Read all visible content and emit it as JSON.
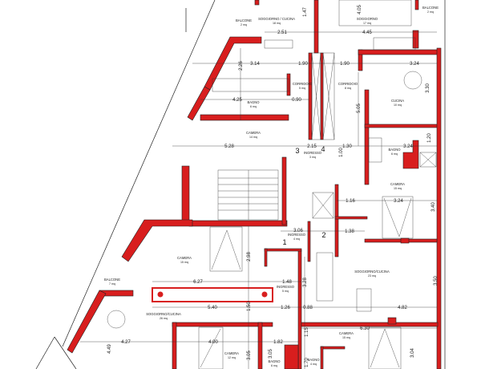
{
  "plan": {
    "wall_color": "#d81e1e",
    "rooms": [
      {
        "name": "BALCONE",
        "area": "2 mq"
      },
      {
        "name": "SOGGIORNO / CUCINA",
        "area": "18 mq"
      },
      {
        "name": "SOGGIORNO",
        "area": "17 mq"
      },
      {
        "name": "BALCONE",
        "area": "2 mq"
      },
      {
        "name": "CORRIDOIO",
        "area": "5 mq"
      },
      {
        "name": "CORRIDOIO",
        "area": "8 mq"
      },
      {
        "name": "CUCINA",
        "area": "10 mq"
      },
      {
        "name": "BAGNO",
        "area": "6 mq"
      },
      {
        "name": "CAMERA",
        "area": "14 mq"
      },
      {
        "name": "INGRESSO",
        "area": "3 mq"
      },
      {
        "name": "BAGNO",
        "area": "6 mq"
      },
      {
        "name": "CAMERA",
        "area": "15 mq"
      },
      {
        "name": "INGRESSO",
        "area": "4 mq"
      },
      {
        "name": "CAMERA",
        "area": "15 mq"
      },
      {
        "name": "BALCONE",
        "area": "7 mq"
      },
      {
        "name": "SOGGIORNO/CUCINA",
        "area": "23 mq"
      },
      {
        "name": "INGRESSO",
        "area": "5 mq"
      },
      {
        "name": "SOGGIORNO/CUCINA",
        "area": "26 mq"
      },
      {
        "name": "CAMERA",
        "area": "12 mq"
      },
      {
        "name": "CAMERA",
        "area": "15 mq"
      },
      {
        "name": "BAGNO",
        "area": "4 mq"
      },
      {
        "name": "BAGNO",
        "area": "6 mq"
      }
    ],
    "dimensions": [
      "2.51",
      "4.45",
      "3.14",
      "1.90",
      "1.90",
      "3.24",
      "2.26",
      "4.25",
      "0.90",
      "5.05",
      "3.30",
      "5.28",
      "2.15",
      "1.30",
      "3.24",
      "1.00",
      "1.20",
      "1.16",
      "3.24",
      "3.40",
      "3.06",
      "1.38",
      "2.98",
      "6.27",
      "1.48",
      "3.28",
      "3.50",
      "5.40",
      "1.26",
      "0.88",
      "4.82",
      "1.50",
      "6.30",
      "1.15",
      "4.27",
      "4.49",
      "4.00",
      "1.82",
      "3.05",
      "3.05",
      "3.04",
      "1.70",
      "1.47",
      "4.05"
    ],
    "unit_numbers": [
      "1",
      "2",
      "3",
      "4"
    ]
  }
}
